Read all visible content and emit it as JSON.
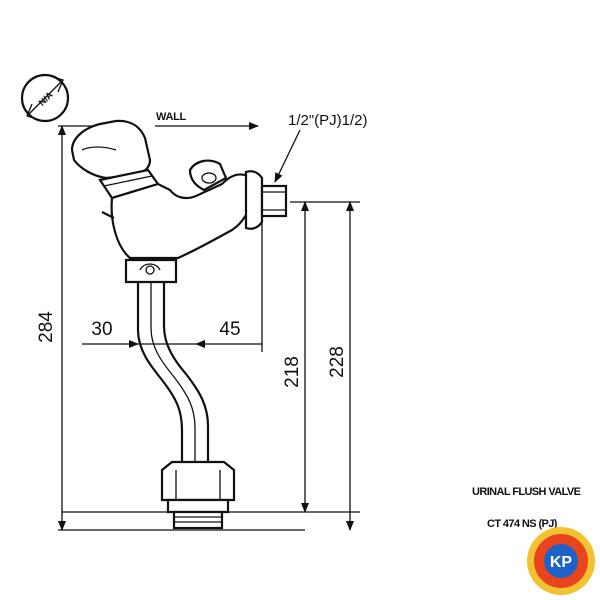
{
  "dimensions": {
    "height_overall": "284",
    "offset_left": "30",
    "offset_right": "45",
    "height_outlet": "218",
    "height_inlet": "228"
  },
  "labels": {
    "wall": "WALL",
    "thread_spec": "1/2\"(PJ)1/2)",
    "stamp_text": "N/A"
  },
  "caption": {
    "product_type": "URINAL FLUSH VALVE",
    "model_code": "CT 474 NS (PJ)"
  },
  "badge": {
    "text": "KP",
    "colors": {
      "ring": "#f2c230",
      "outer": "#e8451e",
      "inner": "#1e62c8",
      "text": "#ffffff"
    }
  }
}
